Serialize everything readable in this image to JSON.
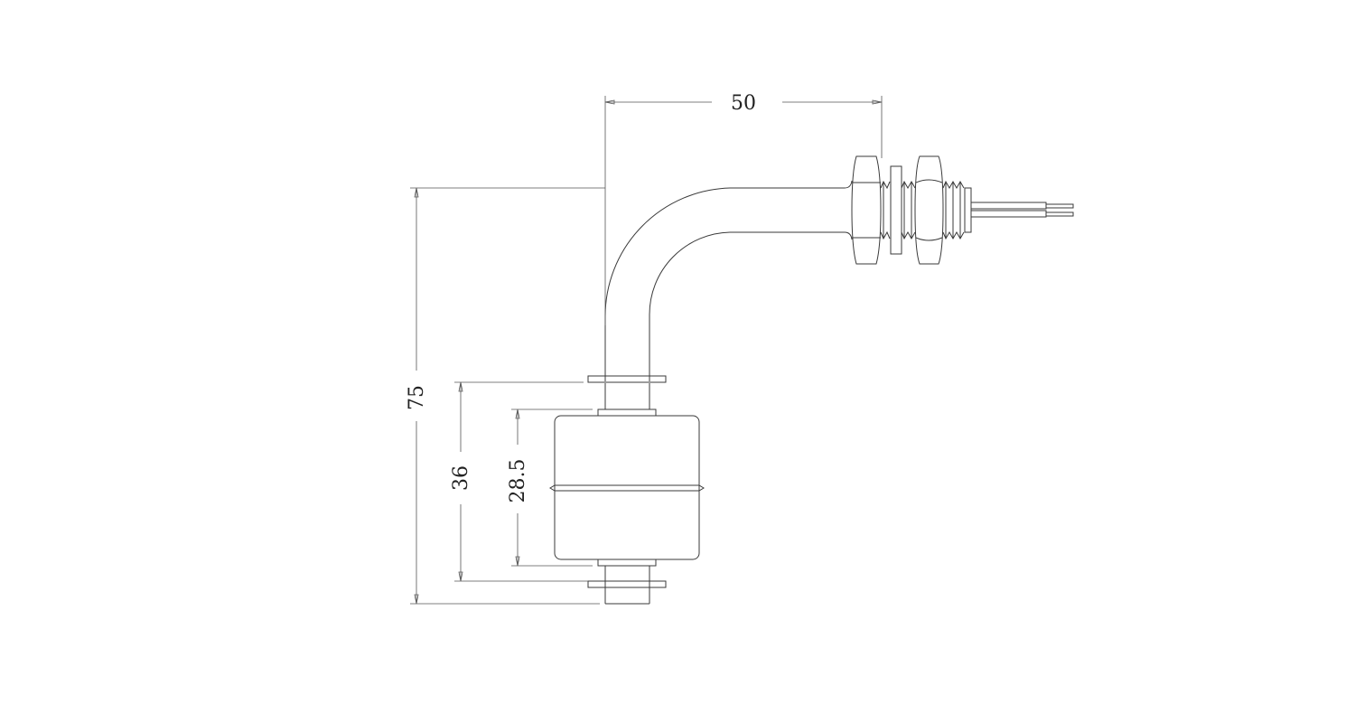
{
  "dimensions": {
    "width": "50",
    "height": "75",
    "float_span": "36",
    "float_height": "28.5"
  },
  "colors": {
    "line": "#3a3a3a",
    "dimension": "#555555",
    "background": "#ffffff"
  }
}
